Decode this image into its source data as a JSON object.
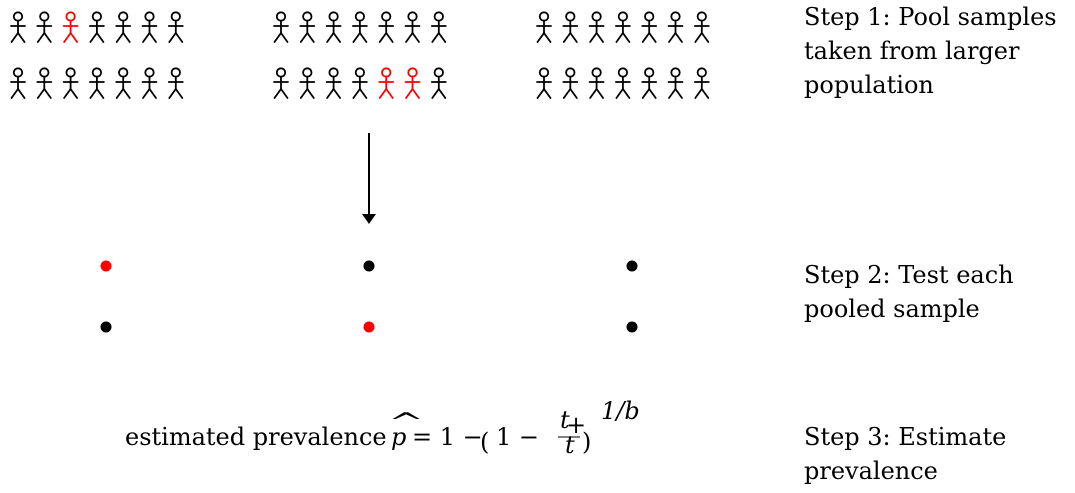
{
  "colors": {
    "positive": "#ff0000",
    "negative": "#000000"
  },
  "groups": [
    {
      "rows": [
        [
          false,
          false,
          true,
          false,
          false,
          false,
          false
        ],
        [
          false,
          false,
          false,
          false,
          false,
          false,
          false
        ]
      ]
    },
    {
      "rows": [
        [
          false,
          false,
          false,
          false,
          false,
          false,
          false
        ],
        [
          false,
          false,
          false,
          false,
          true,
          true,
          false
        ]
      ]
    },
    {
      "rows": [
        [
          false,
          false,
          false,
          false,
          false,
          false,
          false
        ],
        [
          false,
          false,
          false,
          false,
          false,
          false,
          false
        ]
      ]
    }
  ],
  "pools": [
    {
      "rows": [
        true,
        false
      ]
    },
    {
      "rows": [
        false,
        true
      ]
    },
    {
      "rows": [
        false,
        false
      ]
    }
  ],
  "steps": {
    "step1": {
      "lines": [
        "Step 1: Pool samples",
        "taken from larger",
        "population"
      ]
    },
    "step2": {
      "lines": [
        "Step 2: Test each",
        "pooled sample"
      ]
    },
    "step3": {
      "lines": [
        "Step 3: Estimate",
        "prevalence"
      ]
    }
  },
  "formula": {
    "lead_text": "estimated prevalence",
    "p": "p",
    "hat": "^",
    "equals_one_minus": "= 1 −",
    "open_paren": "(",
    "one_minus": "1 −",
    "numerator_var": "t",
    "numerator_sub": "+",
    "denominator": "t",
    "close_paren": ")",
    "exponent": "1/b"
  }
}
